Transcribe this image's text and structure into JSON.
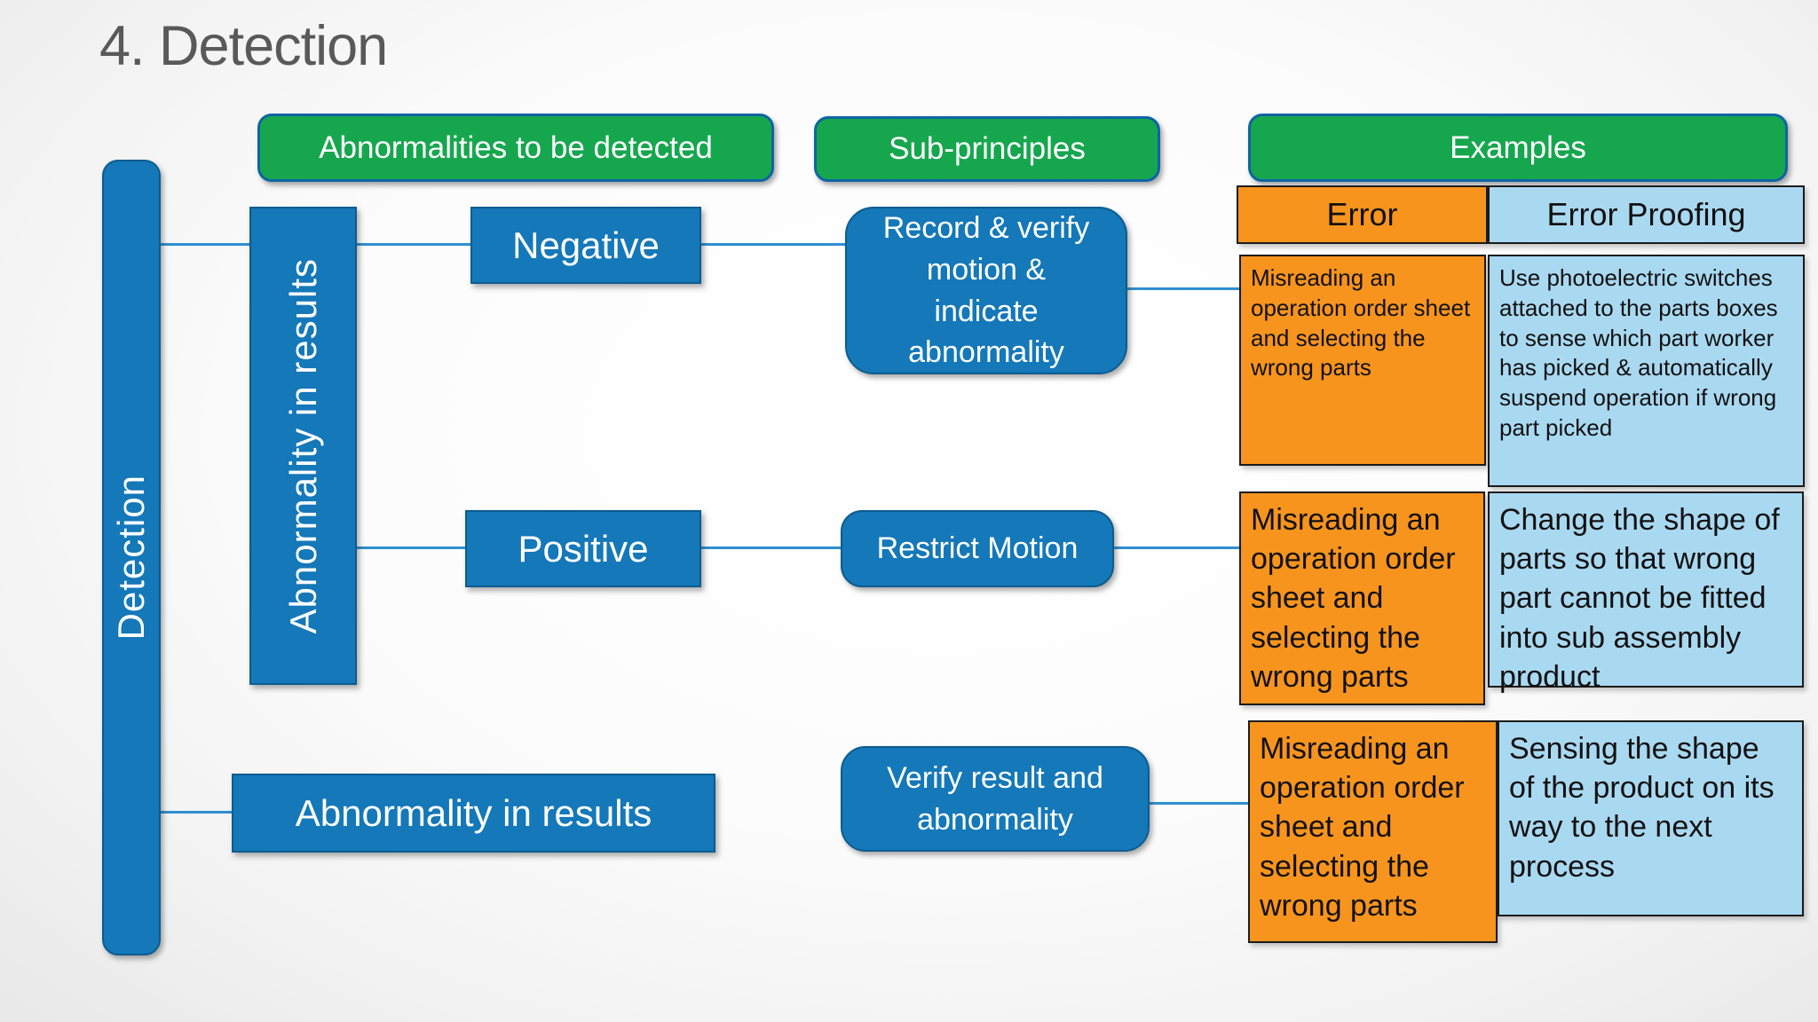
{
  "title": "4. Detection",
  "column_headers": {
    "abnormalities": "Abnormalities to be detected",
    "sub_principles": "Sub-principles",
    "examples": "Examples"
  },
  "nodes": {
    "detection": "Detection",
    "abnormality_in_results_vertical": "Abnormality in results",
    "negative": "Negative",
    "positive": "Positive",
    "abnormality_in_results": "Abnormality in results",
    "record_verify": "Record & verify\nmotion &\nindicate\nabnormality",
    "restrict_motion": "Restrict Motion",
    "verify_result": "Verify result and\nabnormality"
  },
  "examples_table": {
    "error_header": "Error",
    "proofing_header": "Error Proofing",
    "rows": [
      {
        "error": "Misreading an operation order sheet and selecting the wrong parts",
        "proofing": "Use photoelectric switches attached to the parts boxes to sense which part worker has picked & automatically suspend operation if wrong part picked"
      },
      {
        "error": "Misreading an operation order sheet and selecting the wrong parts",
        "proofing": "Change the shape of parts so that wrong part cannot be fitted into sub assembly product"
      },
      {
        "error": "Misreading an operation order sheet and selecting the wrong parts",
        "proofing": "Sensing the shape of the product on its way to the next process"
      }
    ]
  },
  "colors": {
    "green_header": "#16A74E",
    "blue_node": "#1478B9",
    "blue_node_border": "#0C5C90",
    "orange_cell": "#F7941E",
    "light_blue_cell": "#A9D9F1",
    "connector": "#2E8FD0",
    "title_gray": "#595959"
  }
}
